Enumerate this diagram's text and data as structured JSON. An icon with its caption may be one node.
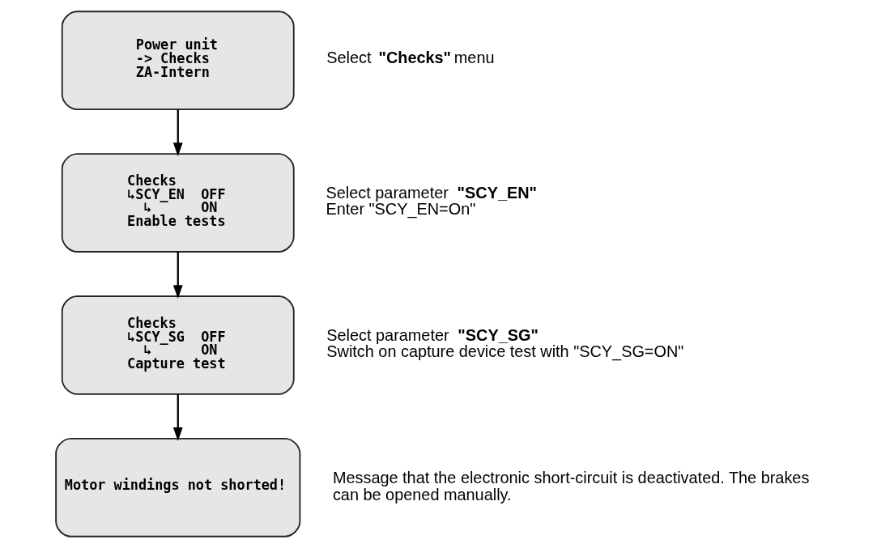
{
  "diagram": {
    "nodes": [
      {
        "text": [
          "Power unit",
          "-> Checks",
          "ZA-Intern"
        ],
        "beside": [
          "Select **\"Checks\"** menu"
        ]
      },
      {
        "text": [
          "Checks",
          "↳SCY_EN  OFF",
          "  ↳      ON",
          "Enable tests"
        ],
        "beside": [
          "Select parameter **\"SCY_EN\"**",
          "Enter \"SCY_EN=On\""
        ]
      },
      {
        "text": [
          "Checks",
          "↳SCY_SG  OFF",
          "  ↳      ON",
          "Capture test"
        ],
        "beside": [
          "Select parameter **\"SCY_SG\"**",
          "Switch on capture device test with \"SCY_SG=ON\""
        ]
      },
      {
        "text": [
          "Motor windings not shorted!"
        ],
        "beside": [
          "Message that the electronic short-circuit is deactivated. The brakes can be opened manually."
        ]
      }
    ],
    "edges": [
      {
        "from": 0,
        "to": 1,
        "arrow": "to"
      },
      {
        "from": 1,
        "to": 2,
        "arrow": "to"
      },
      {
        "from": 2,
        "to": 3,
        "arrow": "to"
      }
    ]
  }
}
